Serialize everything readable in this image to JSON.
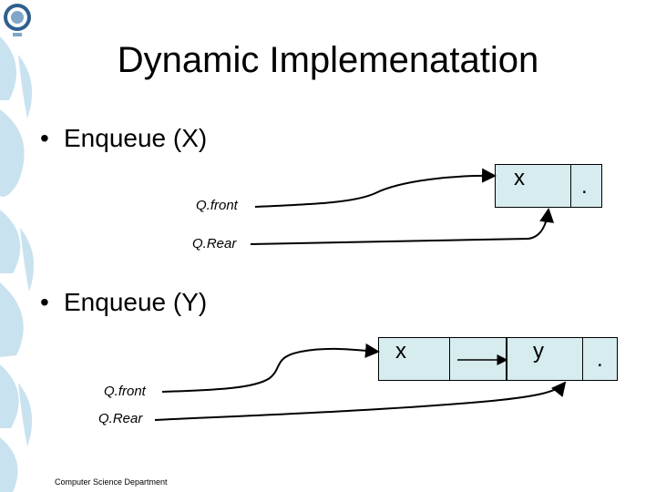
{
  "slide": {
    "title": "Dynamic Implemenatation",
    "footer": "Computer Science Department",
    "accent_color": "#d6ecef",
    "logo_icon": "university-seal-icon"
  },
  "sections": [
    {
      "bullet": "Enqueue (X)",
      "nodes": [
        {
          "value": "x",
          "next": "."
        }
      ],
      "pointers": [
        {
          "label": "Q.front"
        },
        {
          "label": "Q.Rear"
        }
      ]
    },
    {
      "bullet": "Enqueue (Y)",
      "nodes": [
        {
          "value": "x",
          "next": ""
        },
        {
          "value": "y",
          "next": "."
        }
      ],
      "pointers": [
        {
          "label": "Q.front"
        },
        {
          "label": "Q.Rear"
        }
      ]
    }
  ]
}
